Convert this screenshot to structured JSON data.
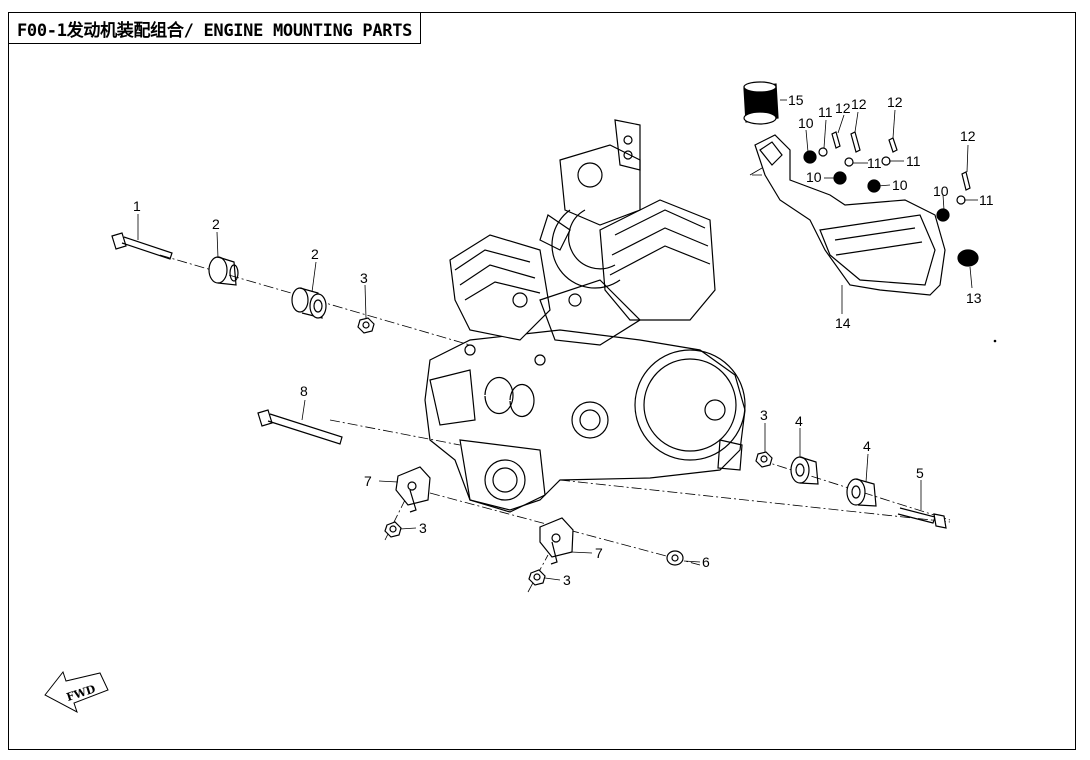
{
  "title": "F00-1发动机装配组合/ ENGINE MOUNTING PARTS",
  "fwd_label": "FWD",
  "callouts": {
    "c1": "1",
    "c2a": "2",
    "c2b": "2",
    "c3a": "3",
    "c3b": "3",
    "c3c": "3",
    "c3d": "3",
    "c4a": "4",
    "c4b": "4",
    "c5": "5",
    "c6": "6",
    "c7a": "7",
    "c7b": "7",
    "c8": "8",
    "c10a": "10",
    "c10b": "10",
    "c10c": "10",
    "c10d": "10",
    "c11a": "11",
    "c11b": "11",
    "c11c": "11",
    "c11d": "11",
    "c12a": "12",
    "c12b": "12",
    "c12c": "12",
    "c12d": "12",
    "c13": "13",
    "c14": "14",
    "c15": "15"
  }
}
